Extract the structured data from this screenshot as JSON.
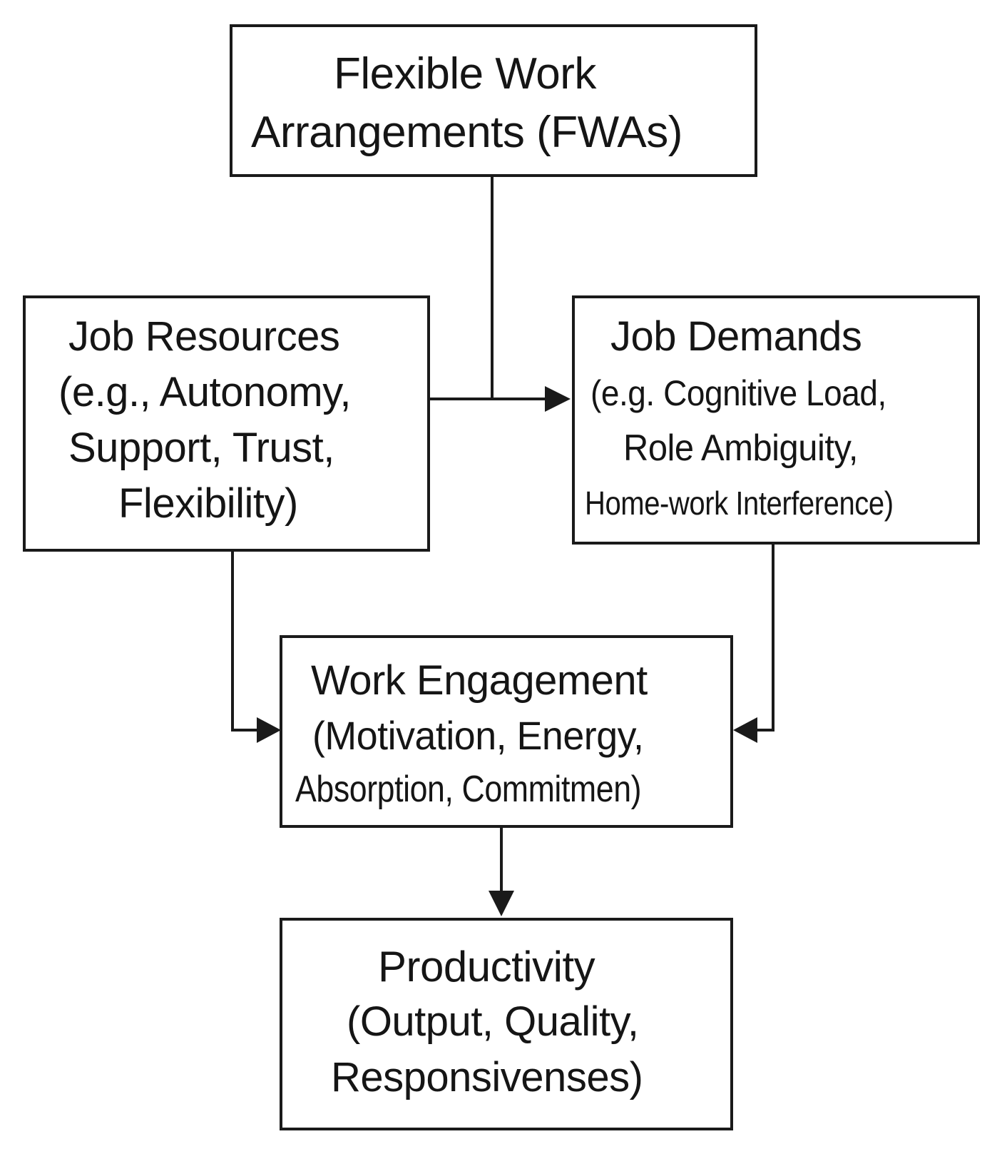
{
  "colors": {
    "background": "#ffffff",
    "stroke": "#1a1a1a",
    "text": "#151515"
  },
  "nodes": {
    "fwa": {
      "line1": "Flexible Work",
      "line2": "Arrangements (FWAs)"
    },
    "resources": {
      "line1": "Job Resources",
      "line2": "(e.g., Autonomy,",
      "line3": "Support, Trust,",
      "line4": "Flexibility)"
    },
    "demands": {
      "line1": "Job Demands",
      "line2": "(e.g. Cognitive Load,",
      "line3": "Role Ambiguity,",
      "line4": "Home-work Interference)"
    },
    "engagement": {
      "line1": "Work Engagement",
      "line2": "(Motivation, Energy,",
      "line3": "Absorption, Commitmen)"
    },
    "productivity": {
      "line1": "Productivity",
      "line2": "(Output, Quality,",
      "line3": "Responsivenses)"
    }
  },
  "edges": [
    {
      "from": "fwa",
      "to": "demands"
    },
    {
      "from": "resources",
      "to": "demands"
    },
    {
      "from": "resources",
      "to": "engagement"
    },
    {
      "from": "demands",
      "to": "engagement"
    },
    {
      "from": "engagement",
      "to": "productivity"
    }
  ]
}
